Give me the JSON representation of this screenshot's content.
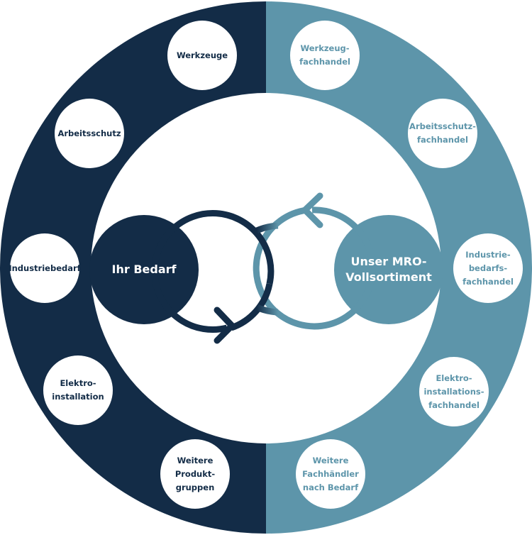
{
  "colors": {
    "dark": "#132c47",
    "light": "#5d95aa",
    "white": "#ffffff"
  },
  "hubs": {
    "left": {
      "label": "Ihr Bedarf"
    },
    "right": {
      "label": "Unser MRO-\nVollsortiment"
    }
  },
  "left_items": [
    {
      "label": "Werkzeuge"
    },
    {
      "label": "Arbeitsschutz"
    },
    {
      "label": "Industriebedarf"
    },
    {
      "label": "Elektro-\ninstallation"
    },
    {
      "label": "Weitere\nProdukt-\ngruppen"
    }
  ],
  "right_items": [
    {
      "label": "Werkzeug-\nfachhandel"
    },
    {
      "label": "Arbeitsschutz-\nfachhandel"
    },
    {
      "label": "Industrie-\nbedarfs-\nfachhandel"
    },
    {
      "label": "Elektro-\ninstallations-\nfachhandel"
    },
    {
      "label": "Weitere\nFachhändler\nnach Bedarf"
    }
  ],
  "icons": {
    "left_cycle": "clockwise-arrow-icon",
    "right_cycle": "counterclockwise-arrow-icon"
  }
}
